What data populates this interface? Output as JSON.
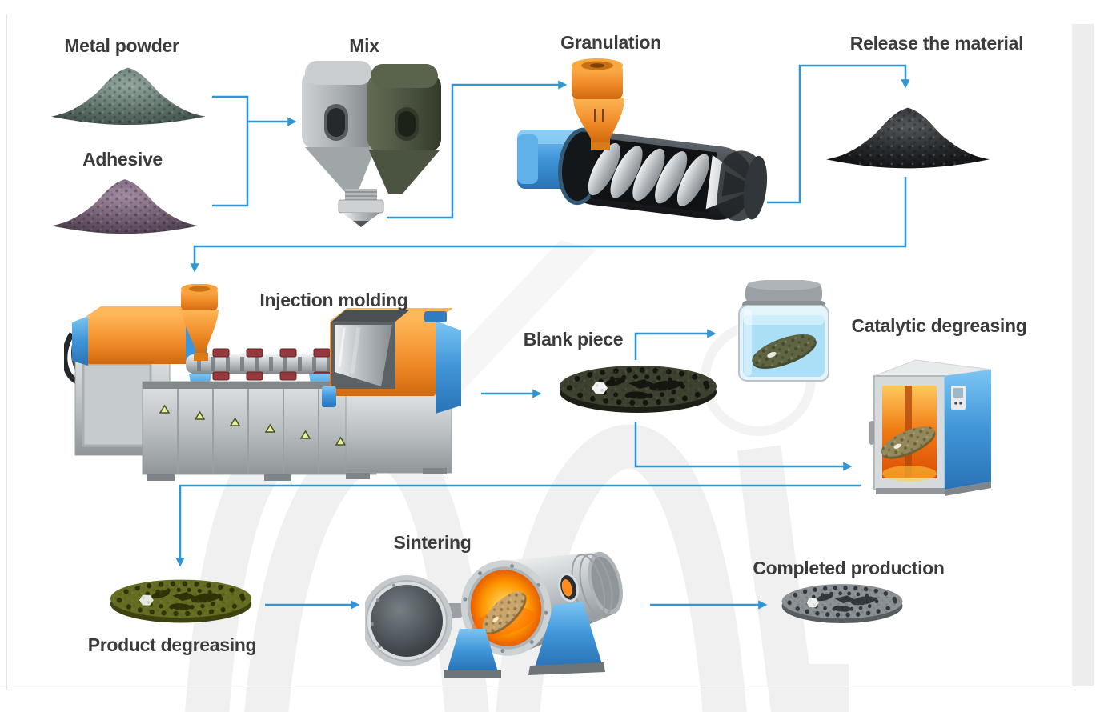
{
  "diagram": {
    "labels": {
      "metal_powder": "Metal powder",
      "adhesive": "Adhesive",
      "mix": "Mix",
      "granulation": "Granulation",
      "release_material": "Release the material",
      "injection_molding": "Injection molding",
      "blank_piece": "Blank piece",
      "catalytic_degreasing": "Catalytic degreasing",
      "product_degreasing": "Product degreasing",
      "sintering": "Sintering",
      "completed_production": "Completed production"
    },
    "flow": [
      "Metal powder",
      "Adhesive",
      "Mix",
      "Granulation",
      "Release the material",
      "Injection molding",
      "Blank piece",
      "Catalytic degreasing",
      "Product degreasing",
      "Sintering",
      "Completed production"
    ],
    "colors": {
      "arrow_blue": "#2f96d6",
      "label_text": "#3b3b3b",
      "hopper_orange": "#f08c28",
      "machine_blue": "#3f95d9",
      "furnace_glow": "#ff9a00",
      "oven_interior": "#f07911",
      "jar_liquid": "#aadff7",
      "metal_powder_pile": "#5d7068",
      "adhesive_pile": "#6d596d",
      "released_material_pile": "#26292c"
    },
    "illustrations": [
      "metal-powder-pile",
      "adhesive-pile",
      "mixer-machine",
      "granulation-extruder",
      "released-material-pile",
      "injection-molding-machine",
      "blank-piece-disc",
      "degreasing-jar",
      "catalytic-degreasing-oven",
      "product-degreasing-disc",
      "sintering-furnace",
      "completed-product-disc"
    ]
  }
}
